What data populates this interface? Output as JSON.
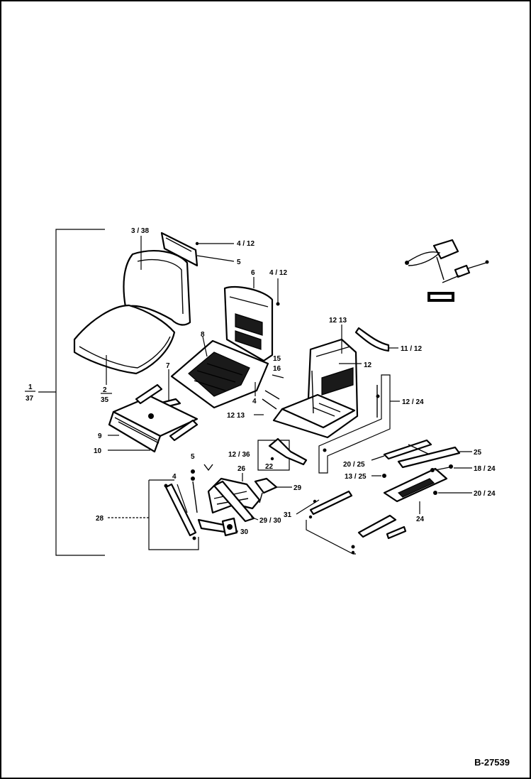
{
  "diagram": {
    "drawing_number": "B-27539",
    "callouts": {
      "assembly_top": "1",
      "assembly_bottom": "37",
      "c_3_38": "3 / 38",
      "c_4_12_top": "4 / 12",
      "c_5": "5",
      "c_6": "6",
      "c_4_12_mid": "4 / 12",
      "c_12_13_top": "12 13",
      "c_11_12": "11 / 12",
      "c_2": "2",
      "c_35": "35",
      "c_8": "8",
      "c_7": "7",
      "c_15": "15",
      "c_16": "16",
      "c_12": "12",
      "c_4_small": "4",
      "c_12_13_mid": "12 13",
      "c_9": "9",
      "c_10": "10",
      "c_12_24": "12 / 24",
      "c_12_36": "12 / 36",
      "c_22": "22",
      "c_20_25": "20 / 25",
      "c_25": "25",
      "c_13_25": "13 / 25",
      "c_18_24": "18 / 24",
      "c_5_small": "5",
      "c_4_lower": "4",
      "c_26": "26",
      "c_29": "29",
      "c_20_24": "20 / 24",
      "c_31": "31",
      "c_24": "24",
      "c_28": "28",
      "c_29_30": "29 / 30",
      "c_30": "30"
    }
  }
}
